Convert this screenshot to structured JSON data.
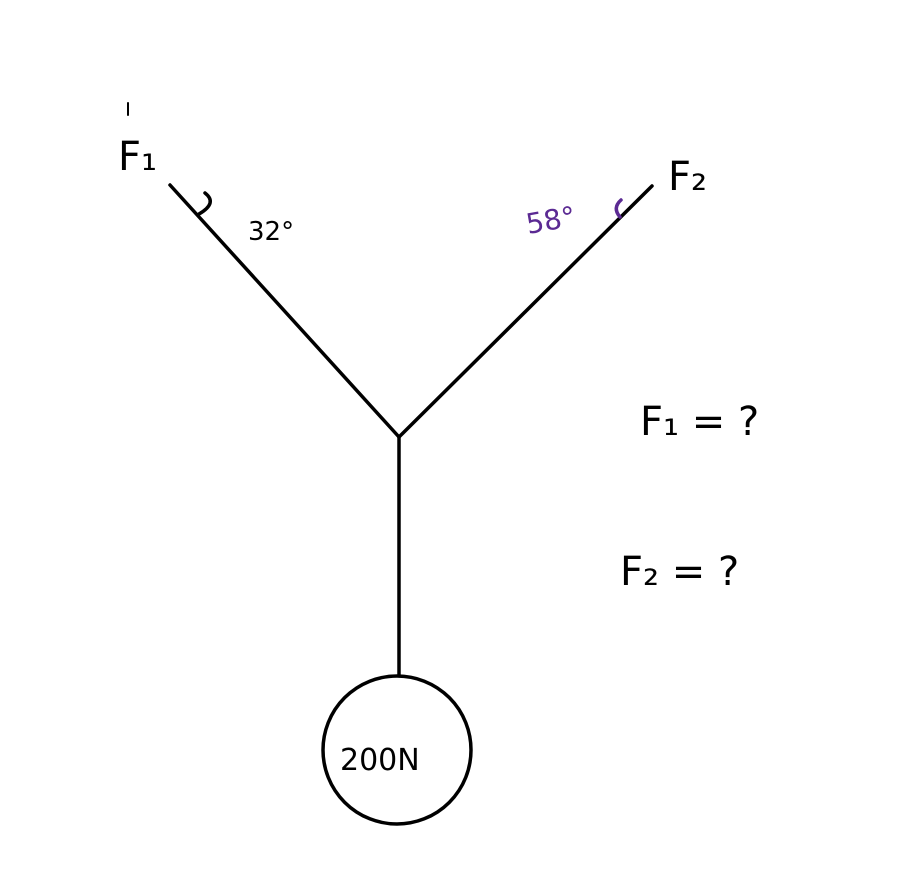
{
  "labels": {
    "f1": "F₁",
    "f2": "F₂",
    "angle1": "32°",
    "angle2": "58°",
    "weight": "200N",
    "question1": "F₁ = ?",
    "question2": "F₂ = ?"
  },
  "colors": {
    "ink": "#000000",
    "angle2": "#5b2a93"
  }
}
